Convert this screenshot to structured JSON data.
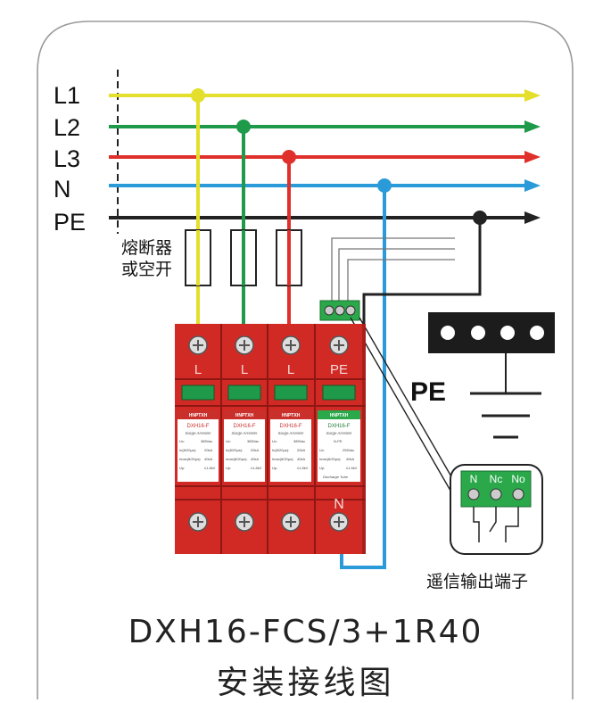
{
  "lines": [
    {
      "label": "L1",
      "color": "#e3df2a"
    },
    {
      "label": "L2",
      "color": "#1f9a4a"
    },
    {
      "label": "L3",
      "color": "#e0302b"
    },
    {
      "label": "N",
      "color": "#2a9ad8"
    },
    {
      "label": "PE",
      "color": "#222222"
    }
  ],
  "fuse_label": [
    "熔断器",
    "或空开"
  ],
  "modules": [
    {
      "top_terminal": "L",
      "brand": "HNPTXH",
      "model": "DXH16-F",
      "type": "Surge Arrester",
      "rows": [
        [
          "Uc:",
          "385Vac"
        ],
        [
          "In(8/20μs):",
          "20kA"
        ],
        [
          "Imax(8/20μs):",
          "40kA"
        ],
        [
          "Up:",
          "≤1.8kV"
        ]
      ]
    },
    {
      "top_terminal": "L",
      "brand": "HNPTXH",
      "model": "DXH16-F",
      "type": "Surge Arrester",
      "rows": [
        [
          "Uc:",
          "385Vac"
        ],
        [
          "In(8/20μs):",
          "20kA"
        ],
        [
          "Imax(8/20μs):",
          "40kA"
        ],
        [
          "Up:",
          "≤1.8kV"
        ]
      ]
    },
    {
      "top_terminal": "L",
      "brand": "HNPTXH",
      "model": "DXH16-F",
      "type": "Surge Arrester",
      "rows": [
        [
          "Uc:",
          "385Vac"
        ],
        [
          "In(8/20μs):",
          "20kA"
        ],
        [
          "Imax(8/20μs):",
          "40kA"
        ],
        [
          "Up:",
          "≤1.8kV"
        ]
      ]
    },
    {
      "top_terminal": "PE",
      "bottom_terminal": "N",
      "brand": "HNPTXH",
      "model": "DXH16-F",
      "type": "Surge Arrester",
      "rows": [
        [
          "N-PE",
          ""
        ],
        [
          "Uc:",
          "255Vac"
        ],
        [
          "Imax(8/20μs):",
          "40kA"
        ],
        [
          "Up:",
          "≤1.5kV"
        ]
      ],
      "footer": "Discharge Tube"
    }
  ],
  "pe_label": "PE",
  "remote_terminals": [
    "N",
    "Nc",
    "No"
  ],
  "remote_label": "遥信输出端子",
  "title": "DXH16-FCS/3+1R40",
  "subtitle": "安装接线图"
}
